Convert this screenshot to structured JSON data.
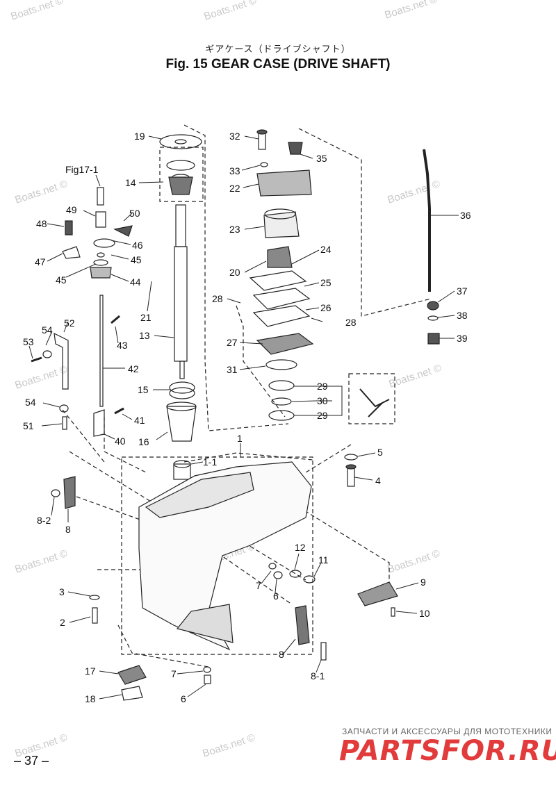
{
  "header": {
    "jp_title": "ギアケース（ドライブシャフト）",
    "title": "Fig. 15    GEAR CASE   (DRIVE SHAFT)"
  },
  "labels": {
    "l19": "19",
    "l14": "14",
    "l32": "32",
    "l35": "35",
    "l33": "33",
    "l22": "22",
    "fig17": "Fig17-1",
    "l49": "49",
    "l50": "50",
    "l48": "48",
    "l46": "46",
    "l47": "47",
    "l45a": "45",
    "l45b": "45",
    "l44": "44",
    "l23": "23",
    "l24": "24",
    "l20": "20",
    "l25": "25",
    "l21": "21",
    "l28a": "28",
    "l28b": "28",
    "l26": "26",
    "l27": "27",
    "l13": "13",
    "l36": "36",
    "l37": "37",
    "l38": "38",
    "l39": "39",
    "l54a": "54",
    "l52": "52",
    "l53": "53",
    "l43": "43",
    "l42": "42",
    "l31": "31",
    "l15": "15",
    "l29a": "29",
    "l30": "30",
    "l29b": "29",
    "l54b": "54",
    "l51": "51",
    "l41": "41",
    "l40": "40",
    "l16": "16",
    "l1": "1",
    "l1_1": "1-1",
    "l5": "5",
    "l4": "4",
    "l8_2": "8-2",
    "l8a": "8",
    "l12": "12",
    "l11": "11",
    "l9": "9",
    "l7a": "7",
    "l6a": "6",
    "l3": "3",
    "l2": "2",
    "l10": "10",
    "l8b": "8",
    "l8_1": "8-1",
    "l17": "17",
    "l7b": "7",
    "l18": "18",
    "l6b": "6"
  },
  "watermark": "Boats.net ©",
  "page_number": "– 37 –",
  "shop": {
    "tagline": "ЗАПЧАСТИ И АКСЕССУАРЫ ДЛЯ МОТОТЕХНИКИ",
    "logo": "PARTSFOR.RU"
  }
}
